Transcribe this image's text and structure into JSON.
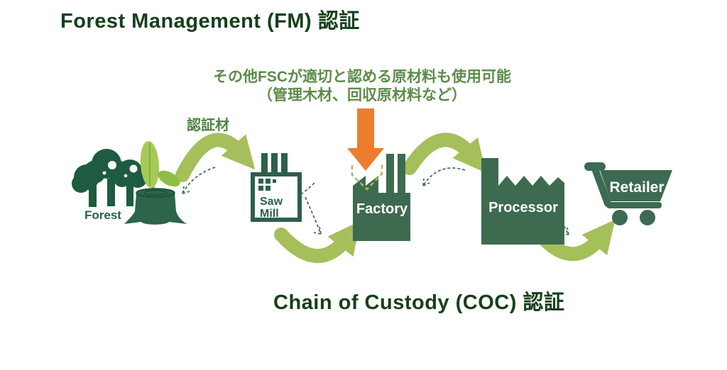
{
  "titles": {
    "fm": "Forest Management (FM) 認証",
    "coc": "Chain of Custody (COC) 認証"
  },
  "note": {
    "line1": "その他FSCが適切と認める原材料も使用可能",
    "line2": "（管理木材、回収原材料など）"
  },
  "flow": {
    "certified_material_label": "認証材",
    "direction": "forest-to-retailer"
  },
  "nodes": {
    "forest": {
      "label": "Forest",
      "icon": "trees-and-stump-icon"
    },
    "sawmill": {
      "label_line1": "Saw",
      "label_line2": "Mill",
      "icon": "sawmill-building-icon"
    },
    "factory": {
      "label": "Factory",
      "icon": "factory-building-icon"
    },
    "processor": {
      "label": "Processor",
      "icon": "processor-building-icon"
    },
    "retailer": {
      "label": "Retailer",
      "icon": "shopping-cart-icon"
    }
  },
  "colors": {
    "title_green": "#15401a",
    "note_green": "#5c8b48",
    "cert_label_green": "#4e8340",
    "building_green": "#3e6a50",
    "tree_green": "#1e5b40",
    "sawmill_outline_green": "#2e5f4a",
    "flow_arrow_green": "#a5bf5b",
    "leaf_green": "#a6ca57",
    "highlight_orange": "#ec7d2f"
  }
}
